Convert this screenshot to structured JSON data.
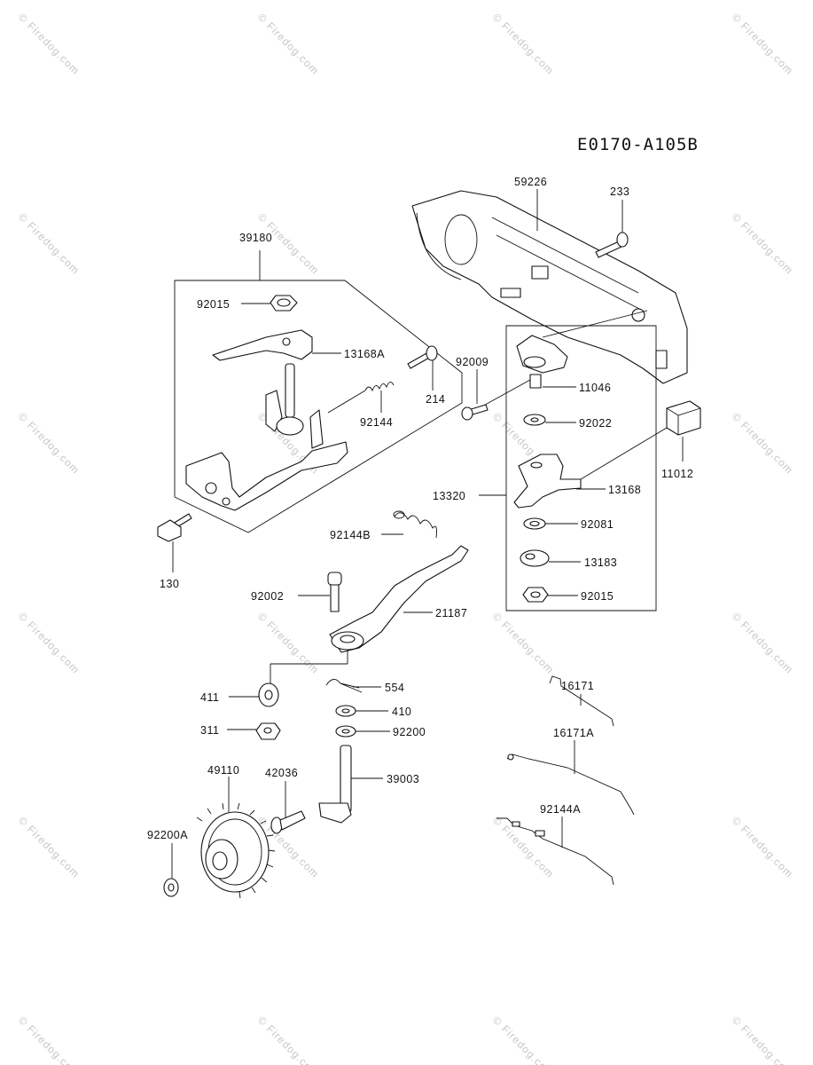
{
  "diagram_code": "E0170-A105B",
  "watermark_text": "© Firedog.com",
  "labels": {
    "p59226": "59226",
    "p233": "233",
    "p39180": "39180",
    "p92015_top": "92015",
    "p13168A": "13168A",
    "p214": "214",
    "p92144": "92144",
    "p130": "130",
    "p92009": "92009",
    "p11046": "11046",
    "p92022": "92022",
    "p11012": "11012",
    "p13168": "13168",
    "p13320": "13320",
    "p92081": "92081",
    "p13183": "13183",
    "p92015_bot": "92015",
    "p92144B": "92144B",
    "p92002": "92002",
    "p21187": "21187",
    "p411": "411",
    "p554": "554",
    "p410": "410",
    "p311": "311",
    "p92200": "92200",
    "p39003": "39003",
    "p49110": "49110",
    "p42036": "42036",
    "p92200A": "92200A",
    "p16171": "16171",
    "p16171A": "16171A",
    "p92144A": "92144A"
  }
}
